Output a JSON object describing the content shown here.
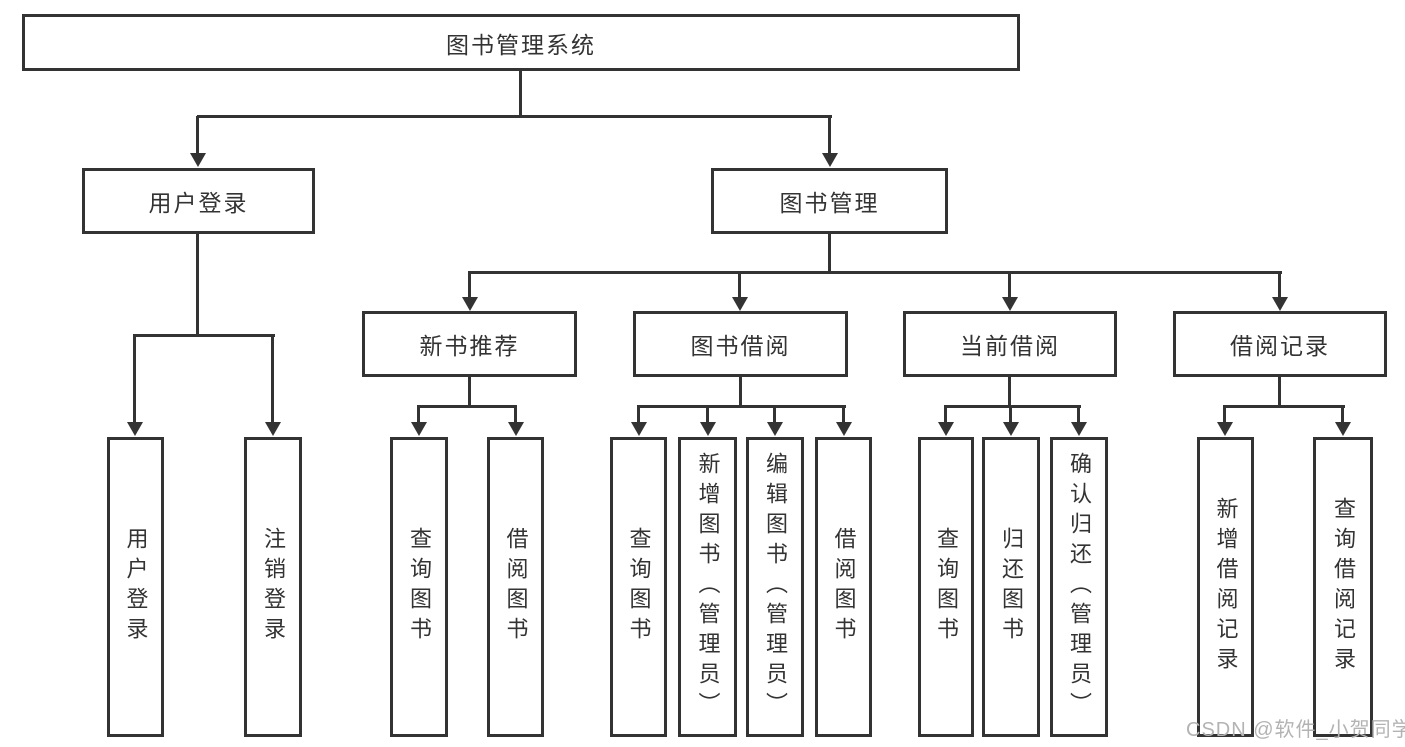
{
  "tree": {
    "root": "图书管理系统",
    "branches": [
      {
        "label": "用户登录",
        "leaves": [
          "用户登录",
          "注销登录"
        ]
      },
      {
        "label": "图书管理",
        "groups": [
          {
            "label": "新书推荐",
            "leaves": [
              "查询图书",
              "借阅图书"
            ]
          },
          {
            "label": "图书借阅",
            "leaves": [
              "查询图书",
              "新增图书（管理员）",
              "编辑图书（管理员）",
              "借阅图书"
            ]
          },
          {
            "label": "当前借阅",
            "leaves": [
              "查询图书",
              "归还图书",
              "确认归还（管理员）"
            ]
          },
          {
            "label": "借阅记录",
            "leaves": [
              "新增借阅记录",
              "查询借阅记录"
            ]
          }
        ]
      }
    ]
  },
  "watermark": "CSDN @软件_小贺同学",
  "colors": {
    "line": "#333333",
    "text": "#333333",
    "watermark": "#b3b3b3",
    "background": "#ffffff"
  }
}
